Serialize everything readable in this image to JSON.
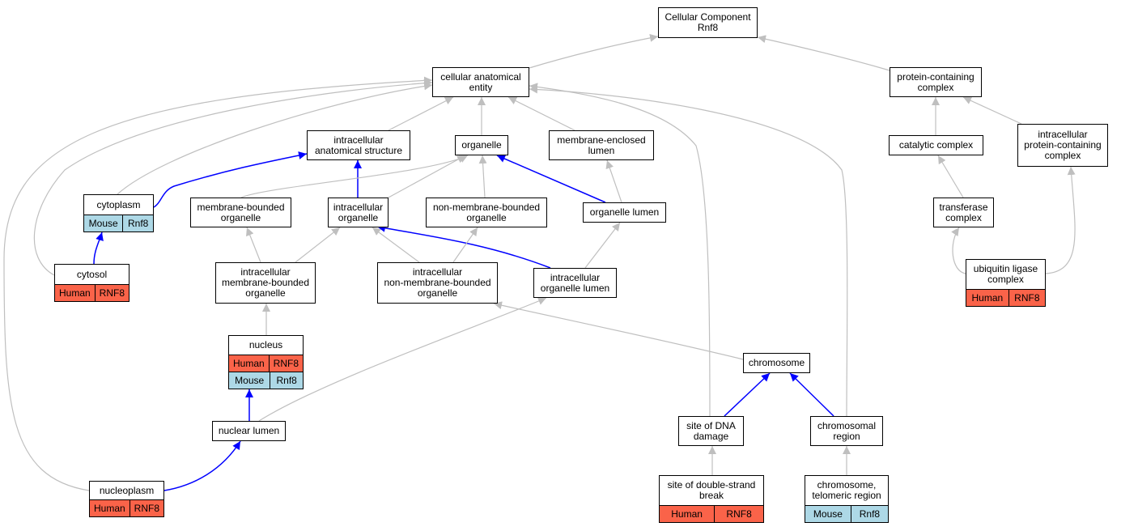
{
  "colors": {
    "human": "#FA6349",
    "mouse": "#ADD8E6",
    "edge_default": "#BFBFBF",
    "edge_highlight": "#0000FF"
  },
  "nodes": {
    "root": {
      "label": "Cellular Component\nRnf8"
    },
    "cae": {
      "label": "cellular anatomical\nentity"
    },
    "pcc": {
      "label": "protein-containing\ncomplex"
    },
    "ias": {
      "label": "intracellular\nanatomical structure"
    },
    "organelle": {
      "label": "organelle"
    },
    "mel": {
      "label": "membrane-enclosed\nlumen"
    },
    "catc": {
      "label": "catalytic complex"
    },
    "ipcc": {
      "label": "intracellular\nprotein-containing\ncomplex"
    },
    "cytoplasm": {
      "label": "cytoplasm",
      "annotations": [
        {
          "species": "Mouse",
          "gene": "Rnf8"
        }
      ]
    },
    "mbo": {
      "label": "membrane-bounded\norganelle"
    },
    "io": {
      "label": "intracellular\norganelle"
    },
    "nmbo": {
      "label": "non-membrane-bounded\norganelle"
    },
    "ol": {
      "label": "organelle lumen"
    },
    "tc": {
      "label": "transferase\ncomplex"
    },
    "cytosol": {
      "label": "cytosol",
      "annotations": [
        {
          "species": "Human",
          "gene": "RNF8"
        }
      ]
    },
    "imbo": {
      "label": "intracellular\nmembrane-bounded\norganelle"
    },
    "inmbo": {
      "label": "intracellular\nnon-membrane-bounded\norganelle"
    },
    "iol": {
      "label": "intracellular\norganelle lumen"
    },
    "ulc": {
      "label": "ubiquitin ligase\ncomplex",
      "annotations": [
        {
          "species": "Human",
          "gene": "RNF8"
        }
      ]
    },
    "nucleus": {
      "label": "nucleus",
      "annotations": [
        {
          "species": "Human",
          "gene": "RNF8"
        },
        {
          "species": "Mouse",
          "gene": "Rnf8"
        }
      ]
    },
    "chromosome": {
      "label": "chromosome"
    },
    "nl": {
      "label": "nuclear lumen"
    },
    "sdd": {
      "label": "site of DNA\ndamage"
    },
    "cr": {
      "label": "chromosomal\nregion"
    },
    "nucleoplasm": {
      "label": "nucleoplasm",
      "annotations": [
        {
          "species": "Human",
          "gene": "RNF8"
        }
      ]
    },
    "sdsb": {
      "label": "site of double-strand\nbreak",
      "annotations": [
        {
          "species": "Human",
          "gene": "RNF8"
        }
      ]
    },
    "ctr": {
      "label": "chromosome,\ntelomeric region",
      "annotations": [
        {
          "species": "Mouse",
          "gene": "Rnf8"
        }
      ]
    }
  },
  "edges": [
    {
      "from": "cae",
      "to": "root",
      "highlight": false
    },
    {
      "from": "pcc",
      "to": "root",
      "highlight": false
    },
    {
      "from": "ias",
      "to": "cae",
      "highlight": false
    },
    {
      "from": "organelle",
      "to": "cae",
      "highlight": false
    },
    {
      "from": "mel",
      "to": "cae",
      "highlight": false
    },
    {
      "from": "cytoplasm",
      "to": "cae",
      "highlight": false
    },
    {
      "from": "cytosol",
      "to": "cae",
      "highlight": false
    },
    {
      "from": "nucleoplasm",
      "to": "cae",
      "highlight": false
    },
    {
      "from": "sdd",
      "to": "cae",
      "highlight": false
    },
    {
      "from": "cr",
      "to": "cae",
      "highlight": false
    },
    {
      "from": "catc",
      "to": "pcc",
      "highlight": false
    },
    {
      "from": "ipcc",
      "to": "pcc",
      "highlight": false
    },
    {
      "from": "tc",
      "to": "catc",
      "highlight": false
    },
    {
      "from": "ulc",
      "to": "tc",
      "highlight": false
    },
    {
      "from": "ulc",
      "to": "ipcc",
      "highlight": false
    },
    {
      "from": "cytoplasm",
      "to": "ias",
      "highlight": true
    },
    {
      "from": "io",
      "to": "ias",
      "highlight": true
    },
    {
      "from": "mbo",
      "to": "organelle",
      "highlight": false
    },
    {
      "from": "io",
      "to": "organelle",
      "highlight": false
    },
    {
      "from": "nmbo",
      "to": "organelle",
      "highlight": false
    },
    {
      "from": "ol",
      "to": "organelle",
      "highlight": true
    },
    {
      "from": "ol",
      "to": "mel",
      "highlight": false
    },
    {
      "from": "cytosol",
      "to": "cytoplasm",
      "highlight": true
    },
    {
      "from": "imbo",
      "to": "mbo",
      "highlight": false
    },
    {
      "from": "imbo",
      "to": "io",
      "highlight": false
    },
    {
      "from": "inmbo",
      "to": "io",
      "highlight": false
    },
    {
      "from": "iol",
      "to": "io",
      "highlight": true
    },
    {
      "from": "inmbo",
      "to": "nmbo",
      "highlight": false
    },
    {
      "from": "iol",
      "to": "ol",
      "highlight": false
    },
    {
      "from": "nucleus",
      "to": "imbo",
      "highlight": false
    },
    {
      "from": "chromosome",
      "to": "inmbo",
      "highlight": false
    },
    {
      "from": "nl",
      "to": "iol",
      "highlight": false
    },
    {
      "from": "nl",
      "to": "nucleus",
      "highlight": true
    },
    {
      "from": "nucleoplasm",
      "to": "nl",
      "highlight": true
    },
    {
      "from": "sdd",
      "to": "chromosome",
      "highlight": true
    },
    {
      "from": "cr",
      "to": "chromosome",
      "highlight": true
    },
    {
      "from": "sdsb",
      "to": "sdd",
      "highlight": false
    },
    {
      "from": "ctr",
      "to": "cr",
      "highlight": false
    }
  ]
}
